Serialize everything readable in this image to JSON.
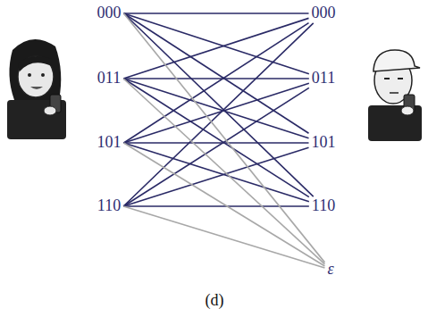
{
  "diagram": {
    "caption": "(d)",
    "nodes": [
      {
        "text": [
          "000"
        ]
      },
      {
        "text": [
          "011"
        ]
      },
      {
        "text": [
          "101"
        ]
      },
      {
        "text": [
          "110"
        ]
      },
      {
        "text": [
          "000"
        ]
      },
      {
        "text": [
          "011"
        ]
      },
      {
        "text": [
          "101"
        ]
      },
      {
        "text": [
          "110"
        ]
      },
      {
        "text": [
          "ε"
        ]
      }
    ],
    "edges": [
      {
        "from": 0,
        "to": 4,
        "arrow": "none"
      },
      {
        "from": 0,
        "to": 5,
        "arrow": "none"
      },
      {
        "from": 0,
        "to": 6,
        "arrow": "none"
      },
      {
        "from": 0,
        "to": 7,
        "arrow": "none"
      },
      {
        "from": 1,
        "to": 4,
        "arrow": "none"
      },
      {
        "from": 1,
        "to": 5,
        "arrow": "none"
      },
      {
        "from": 1,
        "to": 6,
        "arrow": "none"
      },
      {
        "from": 1,
        "to": 7,
        "arrow": "none"
      },
      {
        "from": 2,
        "to": 4,
        "arrow": "none"
      },
      {
        "from": 2,
        "to": 5,
        "arrow": "none"
      },
      {
        "from": 2,
        "to": 6,
        "arrow": "none"
      },
      {
        "from": 2,
        "to": 7,
        "arrow": "none"
      },
      {
        "from": 3,
        "to": 4,
        "arrow": "none"
      },
      {
        "from": 3,
        "to": 5,
        "arrow": "none"
      },
      {
        "from": 3,
        "to": 6,
        "arrow": "none"
      },
      {
        "from": 3,
        "to": 7,
        "arrow": "none"
      },
      {
        "from": 0,
        "to": 8,
        "arrow": "none"
      },
      {
        "from": 1,
        "to": 8,
        "arrow": "none"
      },
      {
        "from": 2,
        "to": 8,
        "arrow": "none"
      },
      {
        "from": 3,
        "to": 8,
        "arrow": "none"
      }
    ]
  }
}
